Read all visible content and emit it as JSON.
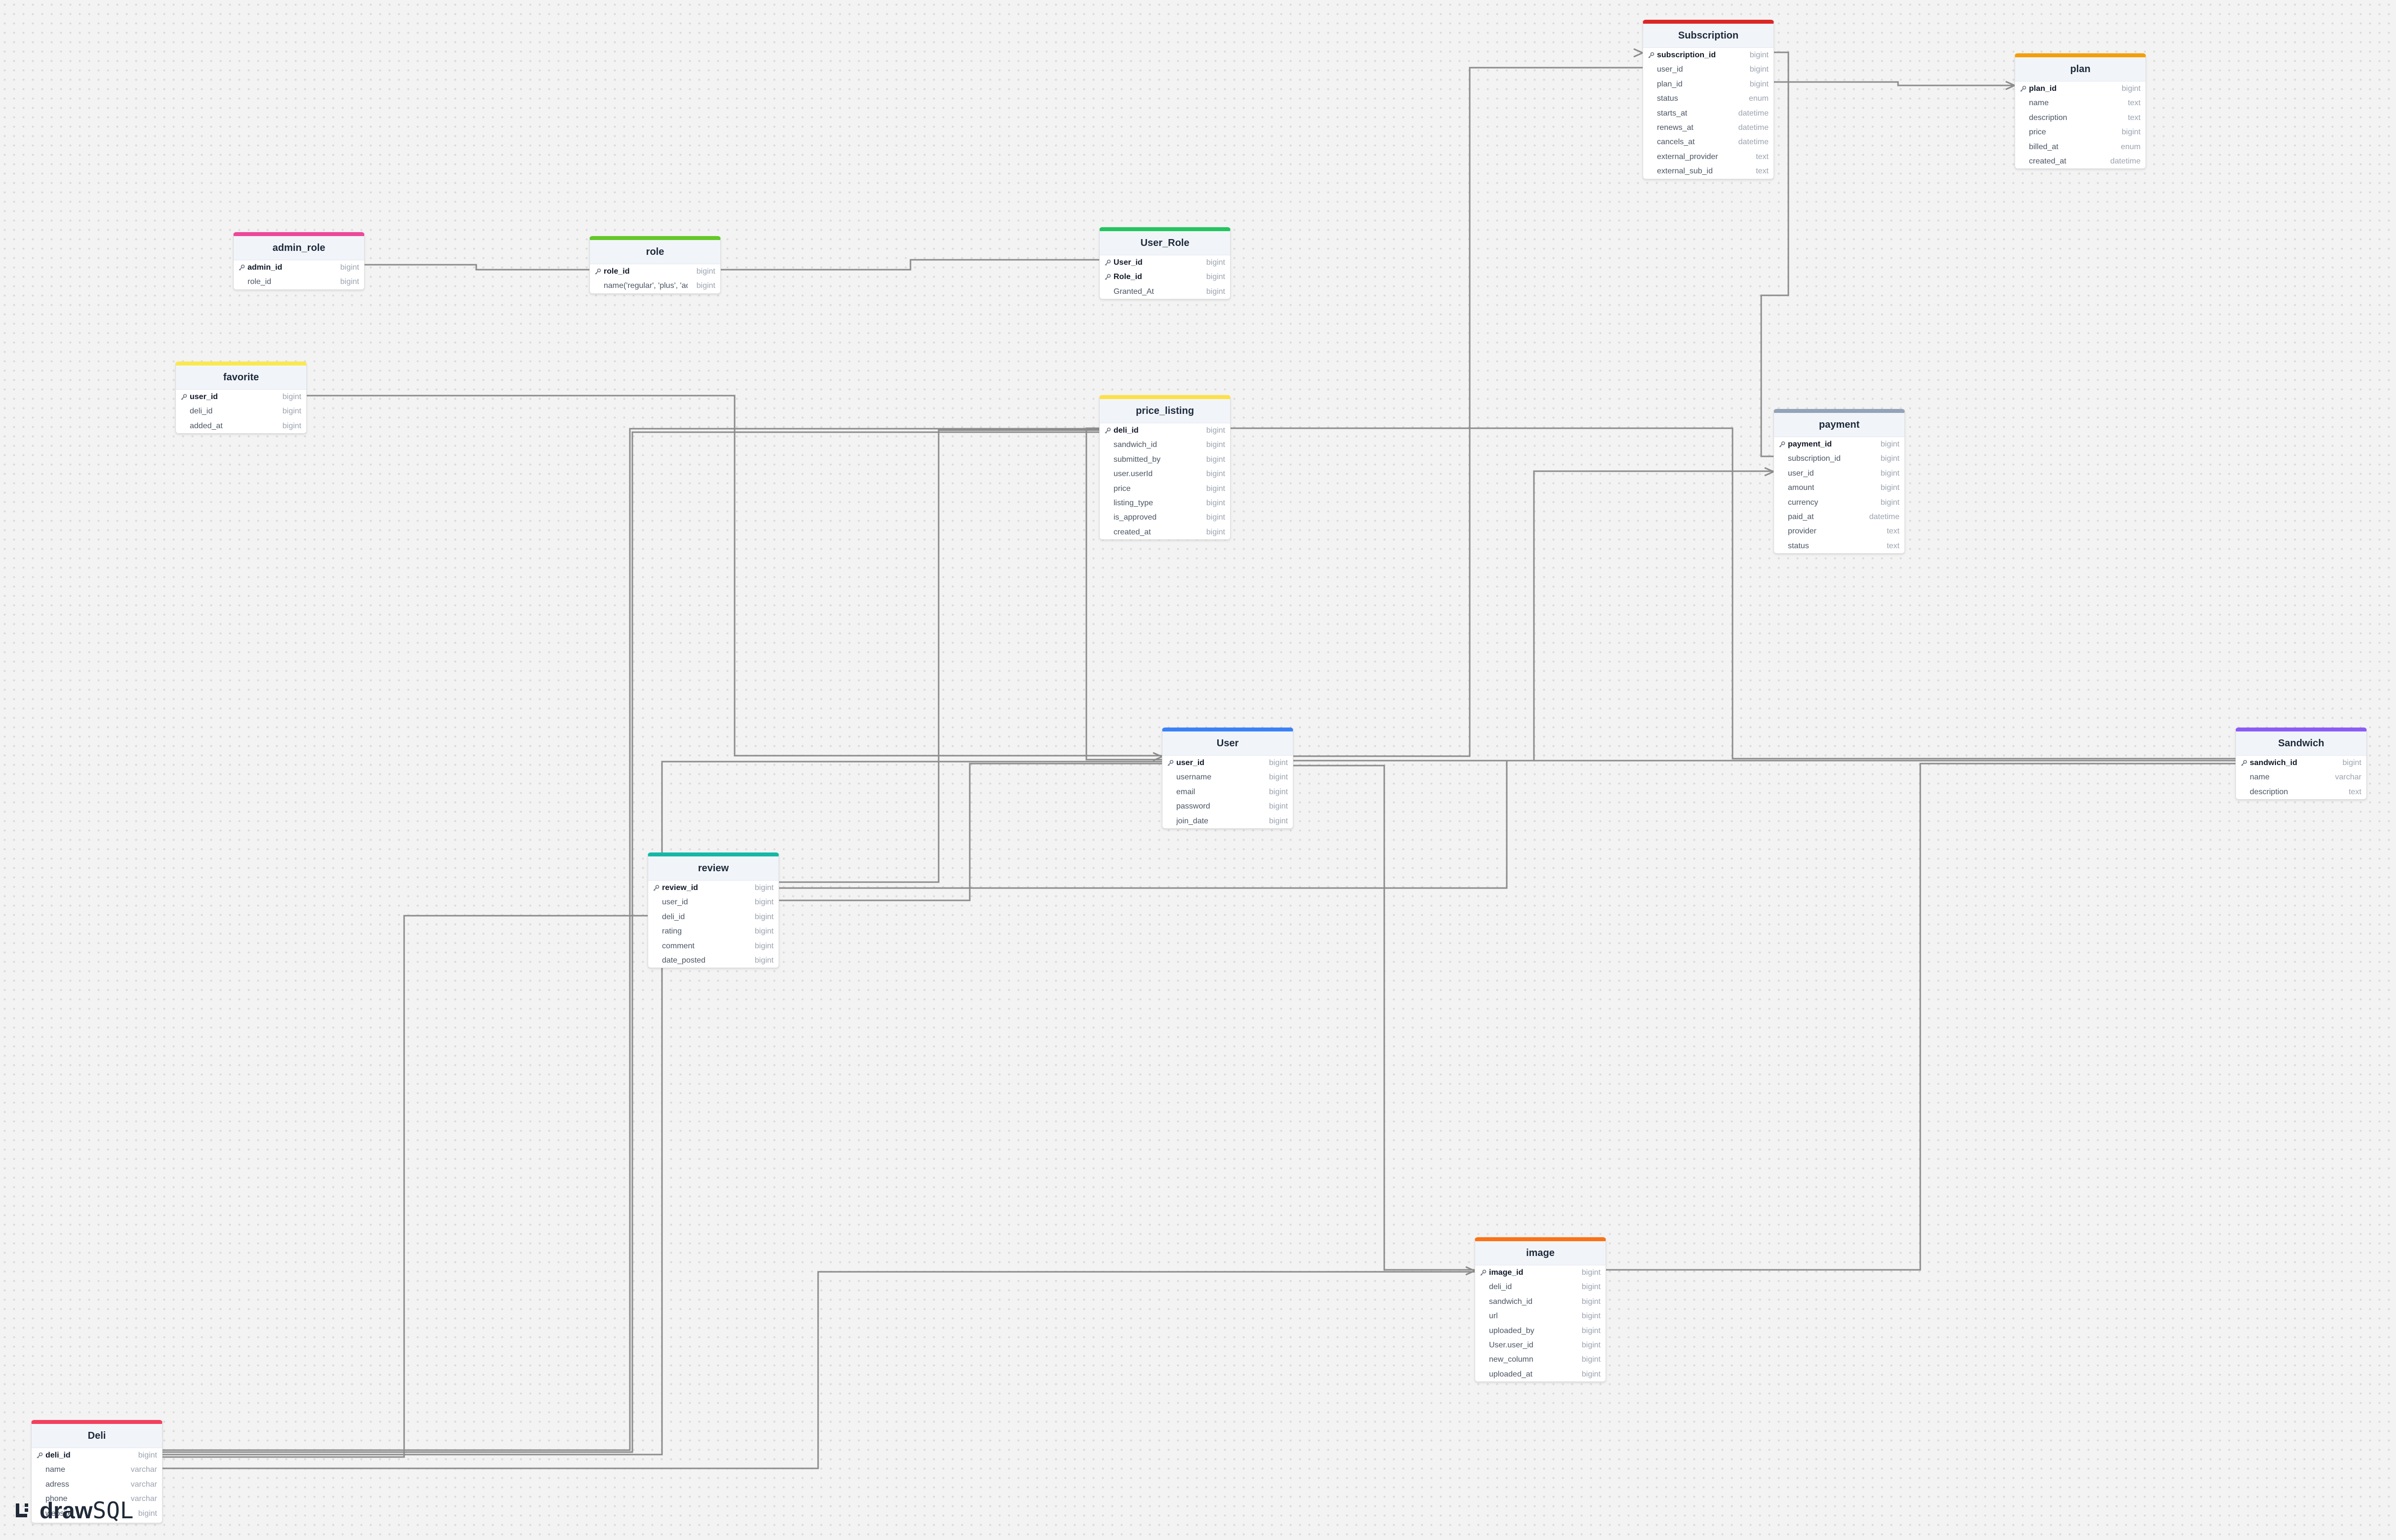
{
  "brand": {
    "name_a": "draw",
    "name_b": "SQL"
  },
  "colors": {
    "background": "#f3f3f3",
    "connector": "#8c8c8c",
    "header_fill": "#f1f5f9"
  },
  "tables": [
    {
      "id": "subscription",
      "name": "Subscription",
      "accent": "#dc2626",
      "columns": [
        {
          "name": "subscription_id",
          "type": "bigint",
          "pk": true
        },
        {
          "name": "user_id",
          "type": "bigint"
        },
        {
          "name": "plan_id",
          "type": "bigint"
        },
        {
          "name": "status",
          "type": "enum"
        },
        {
          "name": "starts_at",
          "type": "datetime"
        },
        {
          "name": "renews_at",
          "type": "datetime"
        },
        {
          "name": "cancels_at",
          "type": "datetime"
        },
        {
          "name": "external_provider",
          "type": "text"
        },
        {
          "name": "external_sub_id",
          "type": "text"
        }
      ]
    },
    {
      "id": "plan",
      "name": "plan",
      "accent": "#f59e0b",
      "columns": [
        {
          "name": "plan_id",
          "type": "bigint",
          "pk": true
        },
        {
          "name": "name",
          "type": "text"
        },
        {
          "name": "description",
          "type": "text"
        },
        {
          "name": "price",
          "type": "bigint"
        },
        {
          "name": "billed_at",
          "type": "enum"
        },
        {
          "name": "created_at",
          "type": "datetime"
        }
      ]
    },
    {
      "id": "admin_role",
      "name": "admin_role",
      "accent": "#ec4899",
      "columns": [
        {
          "name": "admin_id",
          "type": "bigint",
          "pk": true
        },
        {
          "name": "role_id",
          "type": "bigint"
        }
      ]
    },
    {
      "id": "role",
      "name": "role",
      "accent": "#65c728",
      "columns": [
        {
          "name": "role_id",
          "type": "bigint",
          "pk": true
        },
        {
          "name": "name('regular', 'plus', 'admin')",
          "type": "bigint"
        }
      ]
    },
    {
      "id": "user_role",
      "name": "User_Role",
      "accent": "#22c55e",
      "columns": [
        {
          "name": "User_id",
          "type": "bigint",
          "pk": true
        },
        {
          "name": "Role_id",
          "type": "bigint",
          "pk": true
        },
        {
          "name": "Granted_At",
          "type": "bigint"
        }
      ]
    },
    {
      "id": "favorite",
      "name": "favorite",
      "accent": "#f9e94e",
      "columns": [
        {
          "name": "user_id",
          "type": "bigint",
          "pk": true
        },
        {
          "name": "deli_id",
          "type": "bigint"
        },
        {
          "name": "added_at",
          "type": "bigint"
        }
      ]
    },
    {
      "id": "price_listing",
      "name": "price_listing",
      "accent": "#fde047",
      "columns": [
        {
          "name": "deli_id",
          "type": "bigint",
          "pk": true
        },
        {
          "name": "sandwich_id",
          "type": "bigint"
        },
        {
          "name": "submitted_by",
          "type": "bigint"
        },
        {
          "name": "user.userId",
          "type": "bigint"
        },
        {
          "name": "price",
          "type": "bigint"
        },
        {
          "name": "listing_type",
          "type": "bigint"
        },
        {
          "name": "is_approved",
          "type": "bigint"
        },
        {
          "name": "created_at",
          "type": "bigint"
        }
      ]
    },
    {
      "id": "payment",
      "name": "payment",
      "accent": "#94a3b8",
      "columns": [
        {
          "name": "payment_id",
          "type": "bigint",
          "pk": true
        },
        {
          "name": "subscription_id",
          "type": "bigint"
        },
        {
          "name": "user_id",
          "type": "bigint"
        },
        {
          "name": "amount",
          "type": "bigint"
        },
        {
          "name": "currency",
          "type": "bigint"
        },
        {
          "name": "paid_at",
          "type": "datetime"
        },
        {
          "name": "provider",
          "type": "text"
        },
        {
          "name": "status",
          "type": "text"
        }
      ]
    },
    {
      "id": "user",
      "name": "User",
      "accent": "#3b82f6",
      "columns": [
        {
          "name": "user_id",
          "type": "bigint",
          "pk": true
        },
        {
          "name": "username",
          "type": "bigint"
        },
        {
          "name": "email",
          "type": "bigint"
        },
        {
          "name": "password",
          "type": "bigint"
        },
        {
          "name": "join_date",
          "type": "bigint"
        }
      ]
    },
    {
      "id": "sandwich",
      "name": "Sandwich",
      "accent": "#8b5cf6",
      "columns": [
        {
          "name": "sandwich_id",
          "type": "bigint",
          "pk": true
        },
        {
          "name": "name",
          "type": "varchar"
        },
        {
          "name": "description",
          "type": "text"
        }
      ]
    },
    {
      "id": "review",
      "name": "review",
      "accent": "#14b8a6",
      "columns": [
        {
          "name": "review_id",
          "type": "bigint",
          "pk": true
        },
        {
          "name": "user_id",
          "type": "bigint"
        },
        {
          "name": "deli_id",
          "type": "bigint"
        },
        {
          "name": "rating",
          "type": "bigint"
        },
        {
          "name": "comment",
          "type": "bigint"
        },
        {
          "name": "date_posted",
          "type": "bigint"
        }
      ]
    },
    {
      "id": "image",
      "name": "image",
      "accent": "#f97316",
      "columns": [
        {
          "name": "image_id",
          "type": "bigint",
          "pk": true
        },
        {
          "name": "deli_id",
          "type": "bigint"
        },
        {
          "name": "sandwich_id",
          "type": "bigint"
        },
        {
          "name": "url",
          "type": "bigint"
        },
        {
          "name": "uploaded_by",
          "type": "bigint"
        },
        {
          "name": "User.user_id",
          "type": "bigint"
        },
        {
          "name": "new_column",
          "type": "bigint"
        },
        {
          "name": "uploaded_at",
          "type": "bigint"
        }
      ]
    },
    {
      "id": "deli",
      "name": "Deli",
      "accent": "#f43f5e",
      "columns": [
        {
          "name": "deli_id",
          "type": "bigint",
          "pk": true
        },
        {
          "name": "name",
          "type": "varchar"
        },
        {
          "name": "adress",
          "type": "varchar"
        },
        {
          "name": "phone",
          "type": "varchar"
        },
        {
          "name": "website",
          "type": "bigint"
        }
      ]
    }
  ]
}
